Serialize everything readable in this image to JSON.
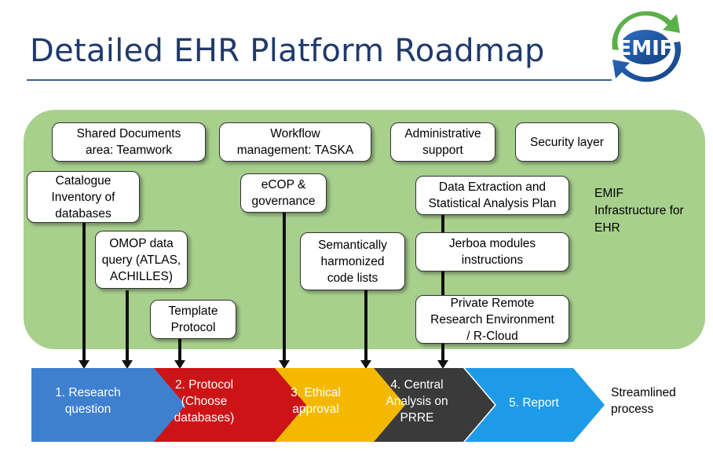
{
  "title": "Detailed EHR Platform Roadmap",
  "logo": {
    "text": "EMIF",
    "colors": {
      "blue": "#1a4f9c",
      "green": "#5bb04a"
    }
  },
  "panel_color": "#a8d08d",
  "infrastructure_label": [
    "EMIF",
    "Infrastructure for",
    "EHR"
  ],
  "top_boxes": [
    {
      "lines": [
        "Shared Documents",
        "area: Teamwork"
      ]
    },
    {
      "lines": [
        "Workflow",
        "management: TASKA"
      ]
    },
    {
      "lines": [
        "Administrative",
        "support"
      ]
    },
    {
      "lines": [
        "Security layer"
      ]
    }
  ],
  "components": [
    {
      "id": "catalogue",
      "lines": [
        "Catalogue",
        "Inventory of",
        "databases"
      ]
    },
    {
      "id": "omop",
      "lines": [
        "OMOP data",
        "query (ATLAS,",
        "ACHILLES)"
      ]
    },
    {
      "id": "template",
      "lines": [
        "Template",
        "Protocol"
      ]
    },
    {
      "id": "ecop",
      "lines": [
        "eCOP &",
        "governance"
      ]
    },
    {
      "id": "semantic",
      "lines": [
        "Semantically",
        "harmonized",
        "code lists"
      ]
    },
    {
      "id": "extraction",
      "lines": [
        "Data Extraction and",
        "Statistical Analysis Plan"
      ]
    },
    {
      "id": "jerboa",
      "lines": [
        "Jerboa modules",
        "instructions"
      ]
    },
    {
      "id": "prre",
      "lines": [
        "Private Remote",
        "Research Environment",
        "/ R-Cloud"
      ]
    }
  ],
  "stages": [
    {
      "lines": [
        "1. Research",
        "question"
      ],
      "color": "#3f7fd0"
    },
    {
      "lines": [
        "2. Protocol",
        "(Choose",
        "databases)"
      ],
      "color": "#cc1417"
    },
    {
      "lines": [
        "3. Ethical",
        "approval"
      ],
      "color": "#f5b800"
    },
    {
      "lines": [
        "4. Central",
        "Analysis on",
        "PRRE"
      ],
      "color": "#3a3a3a"
    },
    {
      "lines": [
        "5. Report"
      ],
      "color": "#1e9be8"
    }
  ],
  "process_label": [
    "Streamlined",
    "process"
  ]
}
